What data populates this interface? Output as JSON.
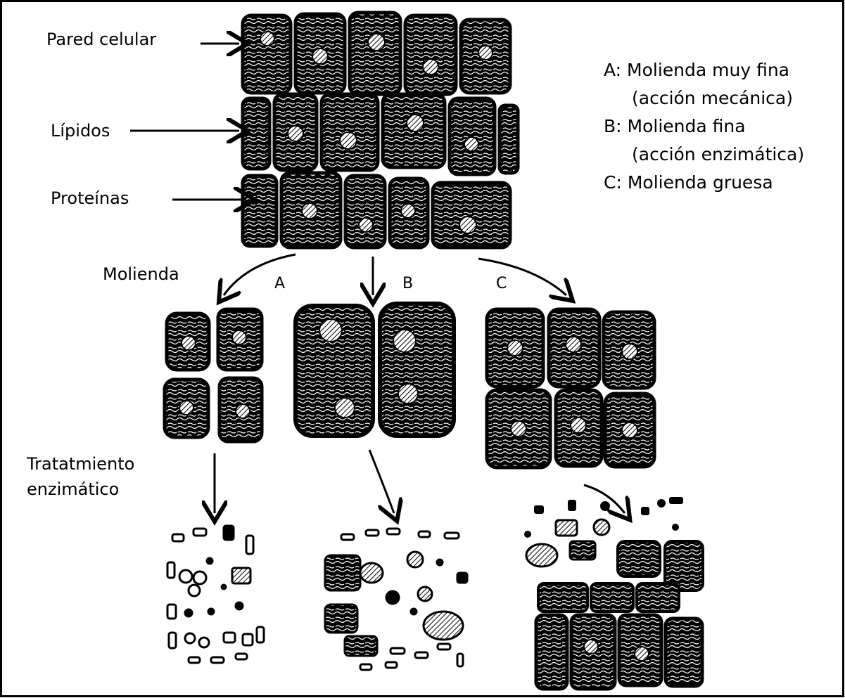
{
  "labels": {
    "cell_wall": "Pared celular",
    "lipids": "Lípidos",
    "proteins": "Proteínas",
    "milling": "Molienda",
    "enzymatic_treatment_line1": "Tratatmiento",
    "enzymatic_treatment_line2": "enzimático",
    "path_a": "A",
    "path_b": "B",
    "path_c": "C"
  },
  "legend": {
    "a_line1": "A: Molienda muy fina",
    "a_line2": "(acción mecánica)",
    "b_line1": "B: Molienda fina",
    "b_line2": "(acción enzimática)",
    "c_line1": "C: Molienda gruesa"
  },
  "colors": {
    "ink": "#000000",
    "paper": "#ffffff",
    "frame": "#000000"
  }
}
